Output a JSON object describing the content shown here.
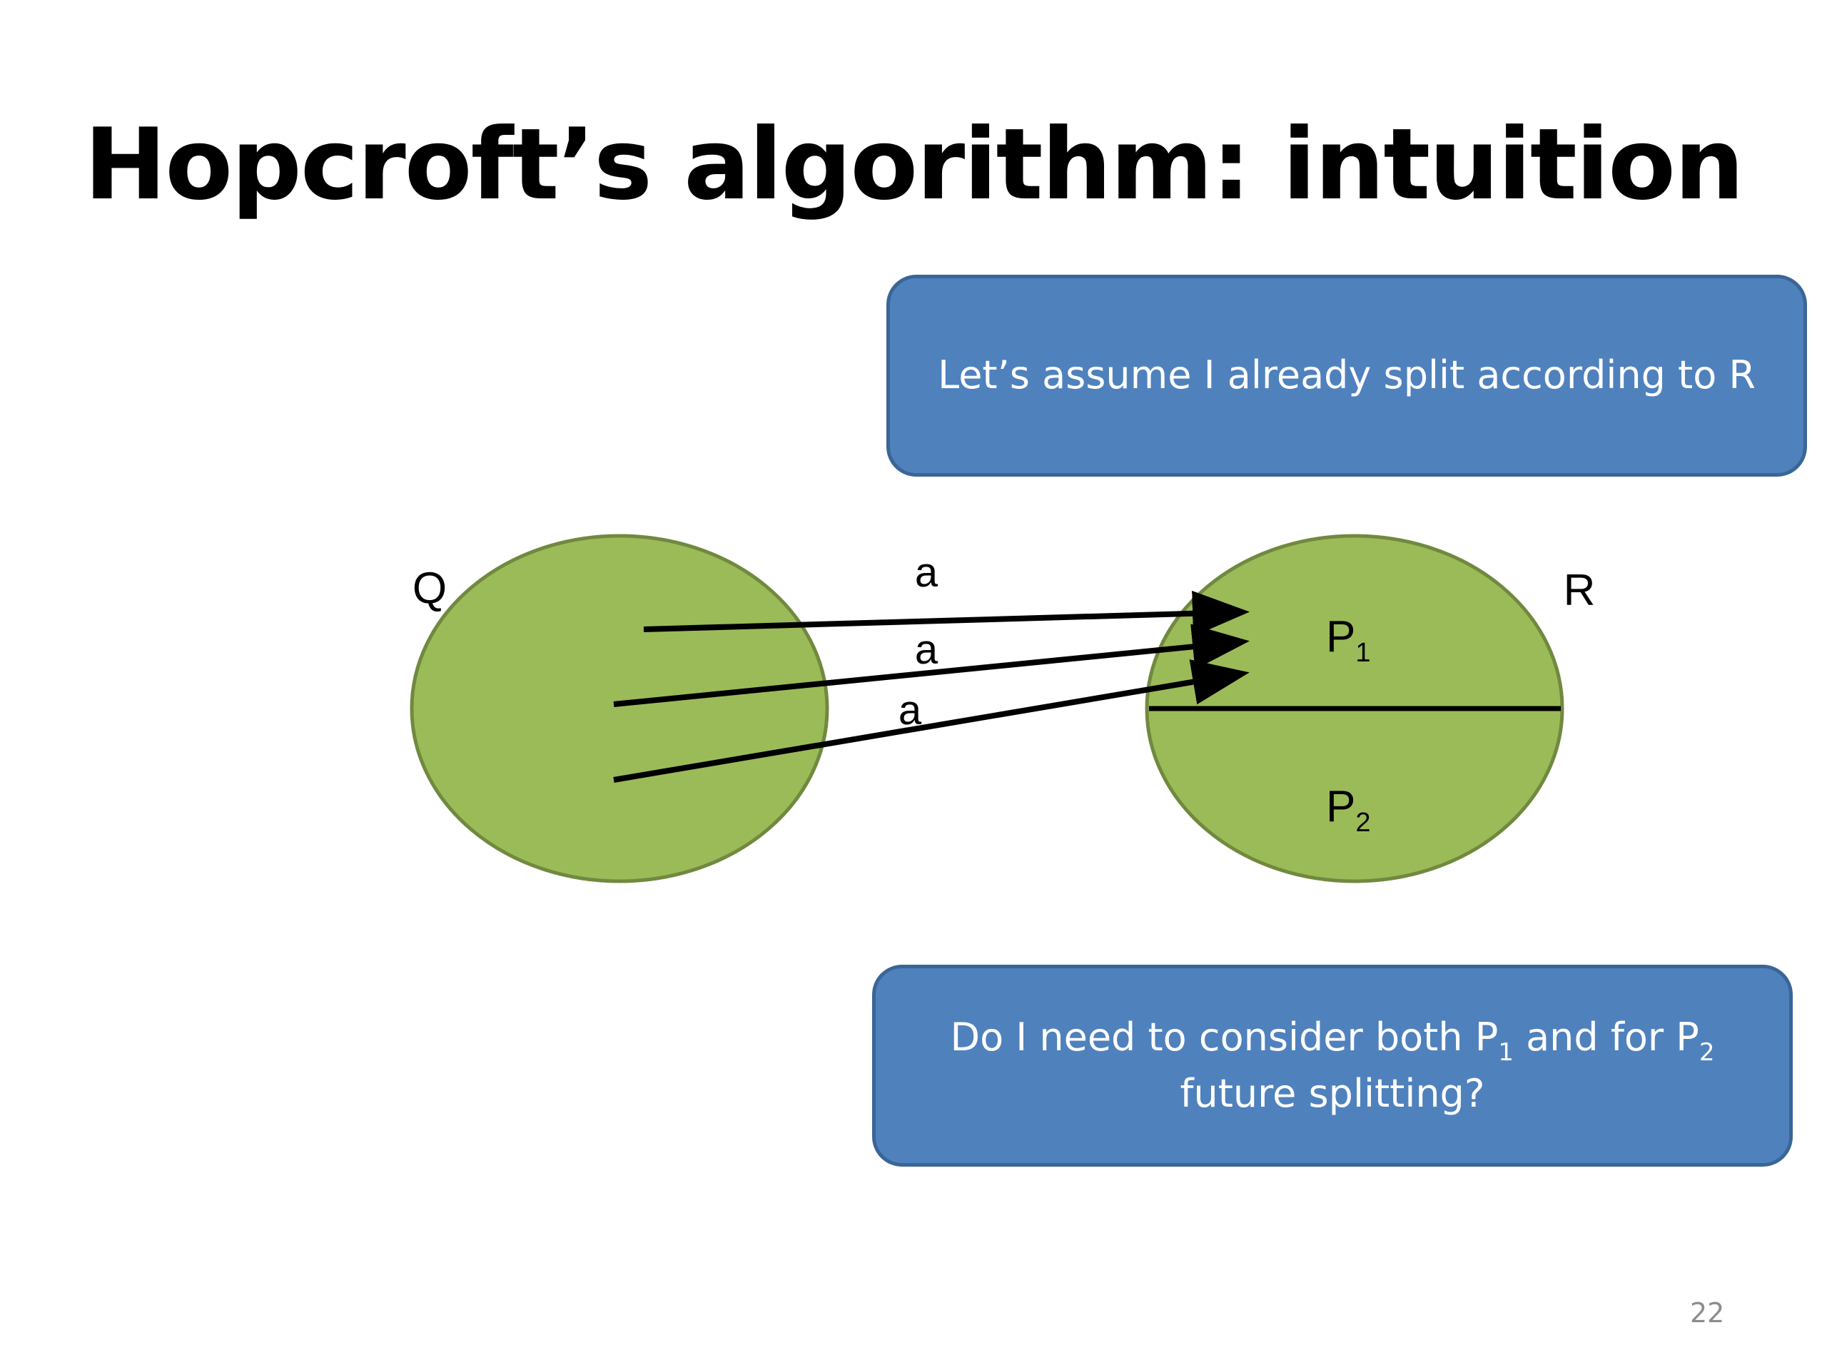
{
  "title": "Hopcroft’s algorithm: intuition",
  "callout_top": {
    "text": "Let’s assume I already split according to R"
  },
  "callout_bottom": {
    "part1": "Do I need to consider both P",
    "sub1": "1",
    "part2": " and for P",
    "sub2": "2",
    "part3": " future splitting?"
  },
  "diagram": {
    "left_set_label": "Q",
    "right_set_label": "R",
    "partition_top_label": "P",
    "partition_top_sub": "1",
    "partition_bottom_label": "P",
    "partition_bottom_sub": "2",
    "edge_labels": [
      "a",
      "a",
      "a"
    ],
    "colors": {
      "set_fill": "#9bbb59",
      "set_stroke": "#71893f",
      "callout_fill": "#4f81bd",
      "arrow": "#000000"
    }
  },
  "page_number": "22"
}
